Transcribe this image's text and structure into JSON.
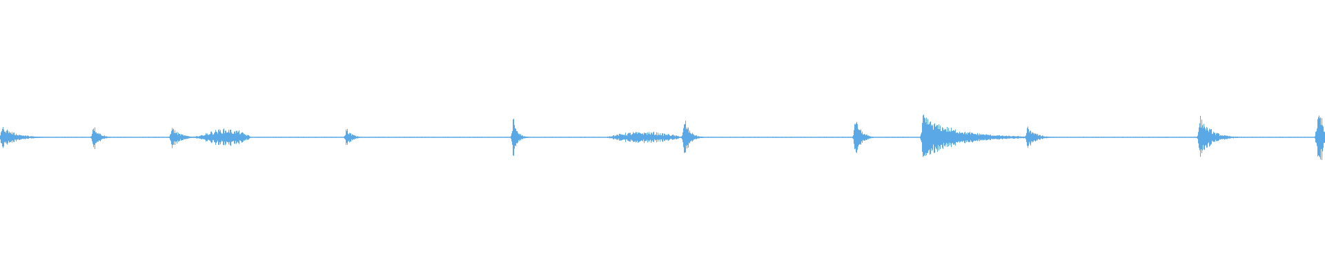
{
  "waveform": {
    "color": "#5aa9e6",
    "background": "#ffffff",
    "baseline_amplitude": 0.012,
    "events": [
      {
        "position": 0.001,
        "amplitude": 0.3,
        "decay": 0.01,
        "kind": "transient"
      },
      {
        "position": 0.07,
        "amplitude": 0.4,
        "decay": 0.004,
        "kind": "transient"
      },
      {
        "position": 0.129,
        "amplitude": 0.3,
        "decay": 0.006,
        "kind": "transient"
      },
      {
        "position": 0.155,
        "amplitude": 0.06,
        "decay": 0.01,
        "kind": "burst"
      },
      {
        "position": 0.17,
        "amplitude": 0.22,
        "decay": 0.02,
        "kind": "burst"
      },
      {
        "position": 0.261,
        "amplitude": 0.26,
        "decay": 0.004,
        "kind": "transient"
      },
      {
        "position": 0.387,
        "amplitude": 0.6,
        "decay": 0.003,
        "kind": "transient"
      },
      {
        "position": 0.486,
        "amplitude": 0.14,
        "decay": 0.03,
        "kind": "burst"
      },
      {
        "position": 0.516,
        "amplitude": 0.55,
        "decay": 0.004,
        "kind": "transient"
      },
      {
        "position": 0.645,
        "amplitude": 0.58,
        "decay": 0.004,
        "kind": "transient"
      },
      {
        "position": 0.696,
        "amplitude": 0.55,
        "decay": 0.025,
        "kind": "transient"
      },
      {
        "position": 0.775,
        "amplitude": 0.3,
        "decay": 0.006,
        "kind": "transient"
      },
      {
        "position": 0.905,
        "amplitude": 0.58,
        "decay": 0.008,
        "kind": "transient"
      },
      {
        "position": 0.996,
        "amplitude": 0.6,
        "decay": 0.004,
        "kind": "burst"
      }
    ]
  }
}
